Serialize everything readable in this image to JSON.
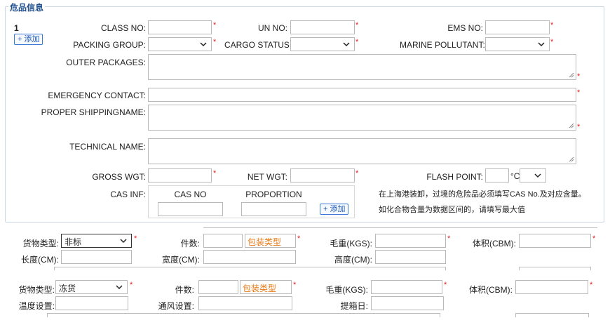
{
  "section": {
    "legend": "危品信息",
    "index": "1",
    "add_label": "+ 添加",
    "class_no": {
      "label": "CLASS NO:",
      "value": ""
    },
    "un_no": {
      "label": "UN NO:",
      "value": ""
    },
    "ems_no": {
      "label": "EMS NO:",
      "value": ""
    },
    "packing_group": {
      "label": "PACKING GROUP:",
      "value": ""
    },
    "cargo_status": {
      "label": "CARGO STATUS:",
      "value": ""
    },
    "marine_pollutant": {
      "label": "MARINE POLLUTANT:",
      "value": ""
    },
    "outer_packages": {
      "label": "OUTER PACKAGES:",
      "value": ""
    },
    "emergency_contact": {
      "label": "EMERGENCY CONTACT:",
      "value": ""
    },
    "proper_shipping": {
      "label": "PROPER SHIPPINGNAME:",
      "value": ""
    },
    "technical_name": {
      "label": "TECHNICAL NAME:",
      "value": ""
    },
    "gross_wgt": {
      "label": "GROSS WGT:",
      "value": ""
    },
    "net_wgt": {
      "label": "NET WGT:",
      "value": ""
    },
    "flash_point": {
      "label": "FLASH POINT:",
      "value": "",
      "unit": "°C"
    },
    "cas": {
      "label": "CAS INF:",
      "col_cas_no": "CAS NO",
      "col_proportion": "PROPORTION",
      "add_label": "+ 添加"
    },
    "note1": "在上海港装卸，过境的危险品必须填写CAS No.及对应含量。",
    "note2": "如化合物含量为数据区间的，请填写最大值"
  },
  "cargo_rows": [
    {
      "type_label": "货物类型:",
      "type_value": "非标",
      "pieces_label": "件数:",
      "package_placeholder": "包装类型",
      "gross_label": "毛重(KGS):",
      "volume_label": "体积(CBM):",
      "f1_label": "长度(CM):",
      "f2_label": "宽度(CM):",
      "f3_label": "高度(CM):"
    },
    {
      "type_label": "货物类型:",
      "type_value": "冻货",
      "pieces_label": "件数:",
      "package_placeholder": "包装类型",
      "gross_label": "毛重(KGS):",
      "volume_label": "体积(CBM):",
      "f1_label": "温度设置:",
      "f2_label": "通风设置:",
      "f3_label": "提箱日:"
    }
  ],
  "colors": {
    "accent": "#1e4e8c",
    "required": "#e02020",
    "placeholder_orange": "#e67a16"
  }
}
